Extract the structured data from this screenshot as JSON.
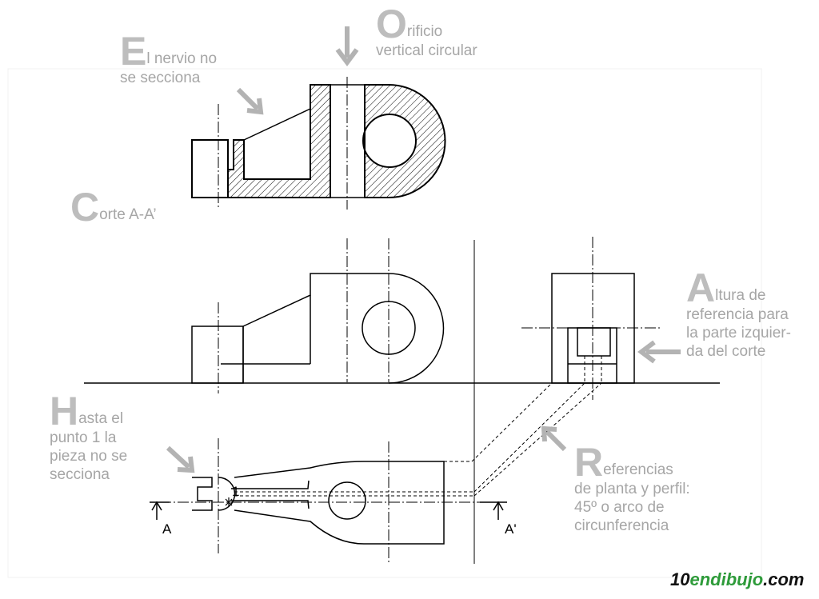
{
  "notes": {
    "nervio": {
      "cap": "E",
      "line1": "l nervio no",
      "line2": "se secciona"
    },
    "orificio": {
      "cap": "O",
      "line1": "rificio",
      "line2": "vertical circular"
    },
    "corte": {
      "cap": "C",
      "text": "orte A-A’"
    },
    "altura": {
      "cap": "A",
      "line1": "ltura de",
      "line2": "referencia para",
      "line3": "la parte izquier-",
      "line4": "da del corte"
    },
    "hasta": {
      "cap": "H",
      "line1": "asta el",
      "line2": "punto 1 la",
      "line3": "pieza no se",
      "line4": "secciona"
    },
    "referencias": {
      "cap": "R",
      "line1": "eferencias",
      "line2": "de planta y perfil:",
      "line3": "45º o arco de",
      "line4": "circunferencia"
    }
  },
  "labels": {
    "a": "A",
    "a_prime": "A'",
    "point": "1"
  },
  "brand": {
    "prefix": "10",
    "mid": "endibujo",
    "suffix": ".com"
  },
  "colors": {
    "line": "#000000",
    "note_text": "#a6a6a6",
    "arrow": "#b3b3b3",
    "brand_green": "#2e9b3a"
  }
}
